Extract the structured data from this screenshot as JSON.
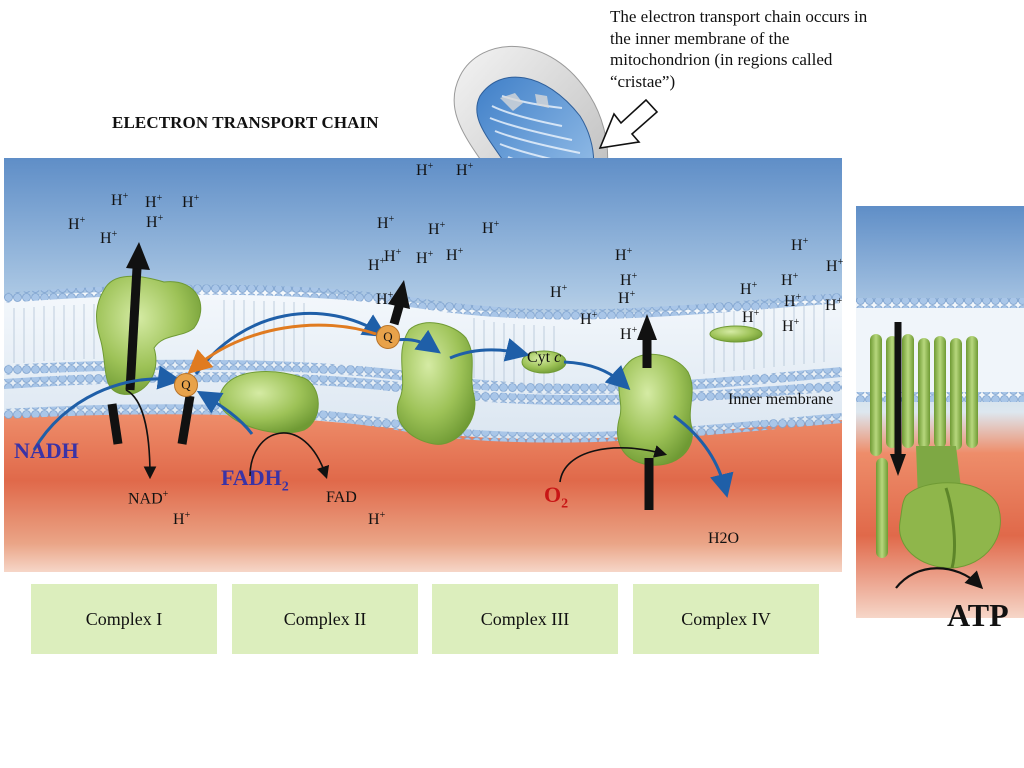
{
  "caption": "The electron transport chain occurs in the inner membrane of the mitochondrion (in regions called “cristae”)",
  "title": "ELECTRON TRANSPORT CHAIN",
  "proton": {
    "base": "H",
    "charge": "+"
  },
  "labels": {
    "nadh": "NADH",
    "nad_plus": "NAD",
    "fadh2_base": "FADH",
    "fadh2_sub": "2",
    "fad": "FAD",
    "o2_base": "O",
    "o2_sub": "2",
    "h2o": "H2O",
    "cyt_c_prefix": "Cyt ",
    "cyt_c_italic": "c",
    "inner_membrane": "Inner membrane",
    "q": "Q",
    "atp": "ATP"
  },
  "complexes": [
    "Complex I",
    "Complex II",
    "Complex III",
    "Complex IV"
  ],
  "colors": {
    "space_top": "#5f8ec7",
    "space_bottom": "#cfe0ef",
    "matrix": "#e0694a",
    "protein": "#9dc257",
    "q_carrier": "#e8a24a",
    "electron_arrow": "#1f5fa8",
    "transfer_arrow": "#e07b20",
    "complex_box": "#dceebd",
    "nadh_text": "#3a33a6",
    "o2_text": "#c81616"
  }
}
